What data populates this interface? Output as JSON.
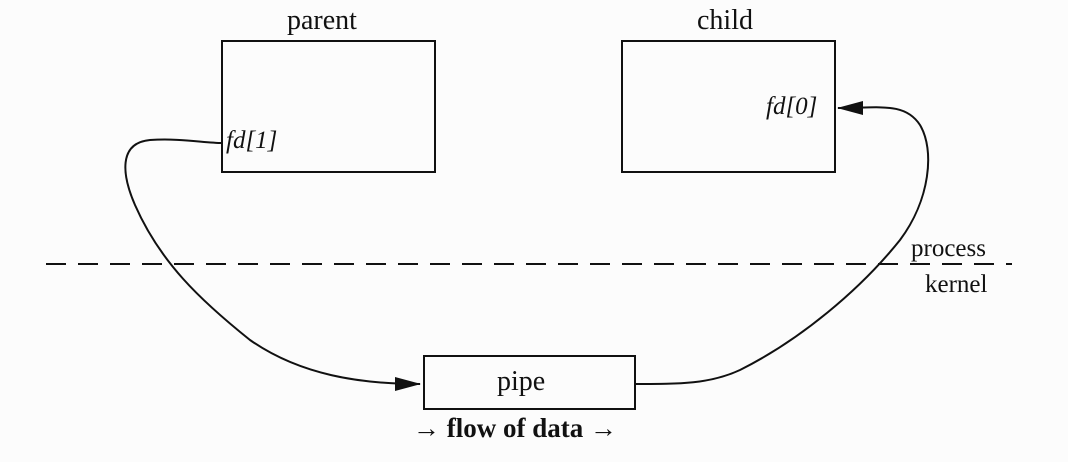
{
  "diagram": {
    "parent_label": "parent",
    "child_label": "child",
    "parent_fd": "fd[1]",
    "child_fd": "fd[0]",
    "process_label": "process",
    "kernel_label": "kernel",
    "pipe_label": "pipe",
    "flow_label": "→ flow of data →"
  },
  "colors": {
    "stroke": "#111111",
    "background": "#fcfcfc"
  }
}
